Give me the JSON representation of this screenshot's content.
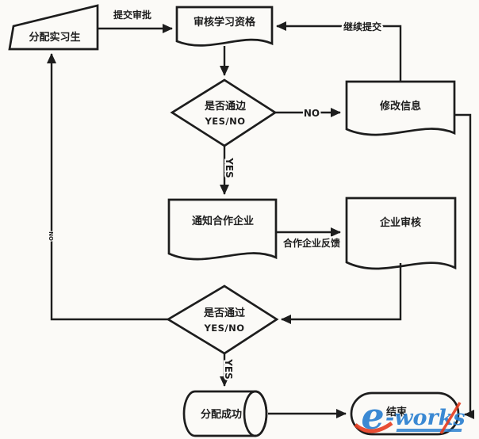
{
  "diagram": {
    "title_hint": "intern-assignment approval flowchart (scanned)",
    "nodes": {
      "assign_intern": {
        "label": "分配实习生",
        "shape": "trapezoid"
      },
      "review_qualification": {
        "label": "审核学习资格",
        "shape": "document"
      },
      "modify_info": {
        "label": "修改信息",
        "shape": "document"
      },
      "decision1": {
        "line1": "是否通边",
        "line2": "YES/NO",
        "shape": "diamond"
      },
      "notify_enterprise": {
        "label": "通知合作企业",
        "shape": "document"
      },
      "enterprise_review": {
        "label": "企业审核",
        "shape": "document"
      },
      "decision2": {
        "line1": "是否通过",
        "line2": "YES/NO",
        "shape": "diamond"
      },
      "assign_success": {
        "label": "分配成功",
        "shape": "cylinder"
      },
      "end": {
        "label": "结束",
        "shape": "terminator"
      }
    },
    "edge_labels": {
      "submit_approval": "提交审批",
      "continue_submit": "继续提交",
      "no1": "NO",
      "yes1": "YES",
      "feedback": "合作企业反馈",
      "yes2": "YES",
      "no_rail": "NO"
    },
    "colors": {
      "ink": "#1d1d1d",
      "paper": "#fbfaf7"
    }
  },
  "watermark": {
    "text_e": "e",
    "text_rest": "-works",
    "blue": "#2b80d0",
    "red": "#e53b1e"
  }
}
